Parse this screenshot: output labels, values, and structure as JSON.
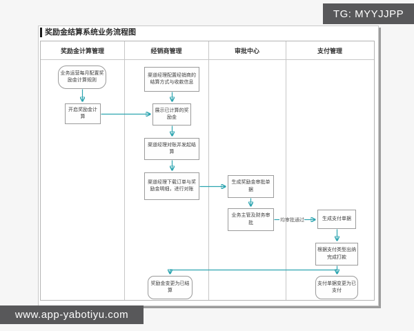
{
  "watermarks": {
    "tg_badge": "TG: MYYJJPP",
    "url_badge": "www.app-yabotiyu.com"
  },
  "diagram": {
    "title": "奖励金结算系统业务流程图",
    "lanes": [
      {
        "label": "奖励金计算管理"
      },
      {
        "label": "经销商管理"
      },
      {
        "label": "审批中心"
      },
      {
        "label": "支付管理"
      }
    ],
    "nodes": {
      "start": "业务运营每月配置奖励金计算规则",
      "open_calc": "开启奖励金计算",
      "config_dealer": "渠道经理配置经销商的结算方式与收款信息",
      "show_bonus": "展示已计算的奖励金",
      "reconcile_start": "渠道经理对账并发起结算",
      "download_check": "渠道经理下载订单与奖励金明细，进行对账",
      "gen_approval": "生成奖励金审批单据",
      "biz_finance_approve": "业务主管及财务审批",
      "gen_payment": "生成支付单据",
      "pay_by_type": "根据支付类型出纳完成打款",
      "settled": "奖励金变更为已结算",
      "paid": "支付单据变更为已支付"
    },
    "edge_labels": {
      "approved": "均审批通过"
    },
    "colors": {
      "arrow": "#2aa3af",
      "badge_bg": "#58585a",
      "node_border": "#9a9a9a"
    }
  }
}
